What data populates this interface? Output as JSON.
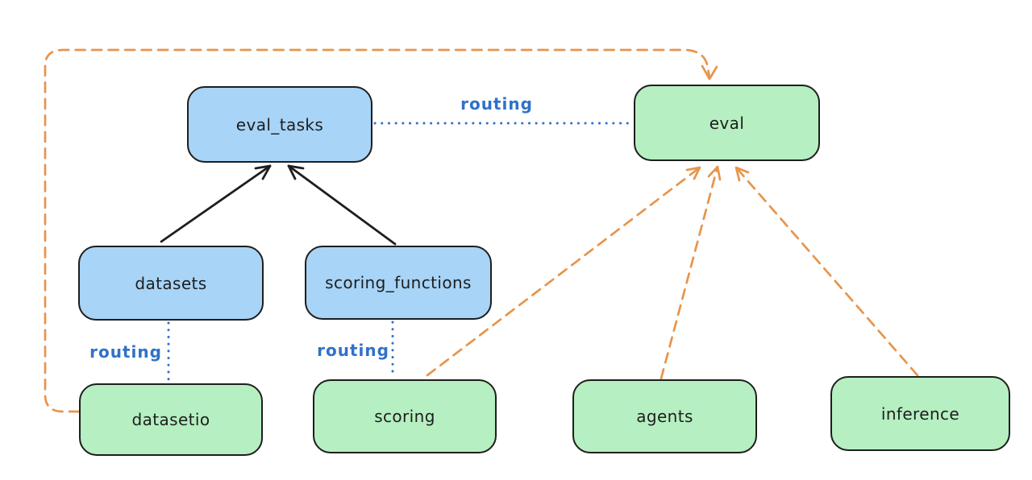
{
  "colors": {
    "background": "#ffffff",
    "node_stroke": "#1e1e1e",
    "blue_node_fill": "#a7d4f7",
    "green_node_fill": "#b6efc1",
    "routing_blue": "#2f72c8",
    "orange": "#e8944a",
    "black_arrow": "#1e1e1e",
    "label_text": "#1e1e1e"
  },
  "nodes": {
    "eval_tasks": {
      "label": "eval_tasks",
      "color": "blue"
    },
    "eval": {
      "label": "eval",
      "color": "green"
    },
    "datasets": {
      "label": "datasets",
      "color": "blue"
    },
    "scoring_functions": {
      "label": "scoring_functions",
      "color": "blue"
    },
    "datasetio": {
      "label": "datasetio",
      "color": "green"
    },
    "scoring": {
      "label": "scoring",
      "color": "green"
    },
    "agents": {
      "label": "agents",
      "color": "green"
    },
    "inference": {
      "label": "inference",
      "color": "green"
    }
  },
  "edges": [
    {
      "from": "datasets",
      "to": "eval_tasks",
      "style": "solid-arrow",
      "label": ""
    },
    {
      "from": "scoring_functions",
      "to": "eval_tasks",
      "style": "solid-arrow",
      "label": ""
    },
    {
      "from": "eval_tasks",
      "to": "eval",
      "style": "dotted",
      "label": "routing"
    },
    {
      "from": "datasets",
      "to": "datasetio",
      "style": "dotted",
      "label": "routing"
    },
    {
      "from": "scoring_functions",
      "to": "scoring",
      "style": "dotted",
      "label": "routing"
    },
    {
      "from": "datasetio",
      "to": "eval",
      "style": "dashed-arrow",
      "label": ""
    },
    {
      "from": "scoring",
      "to": "eval",
      "style": "dashed-arrow",
      "label": ""
    },
    {
      "from": "agents",
      "to": "eval",
      "style": "dashed-arrow",
      "label": ""
    },
    {
      "from": "inference",
      "to": "eval",
      "style": "dashed-arrow",
      "label": ""
    }
  ]
}
